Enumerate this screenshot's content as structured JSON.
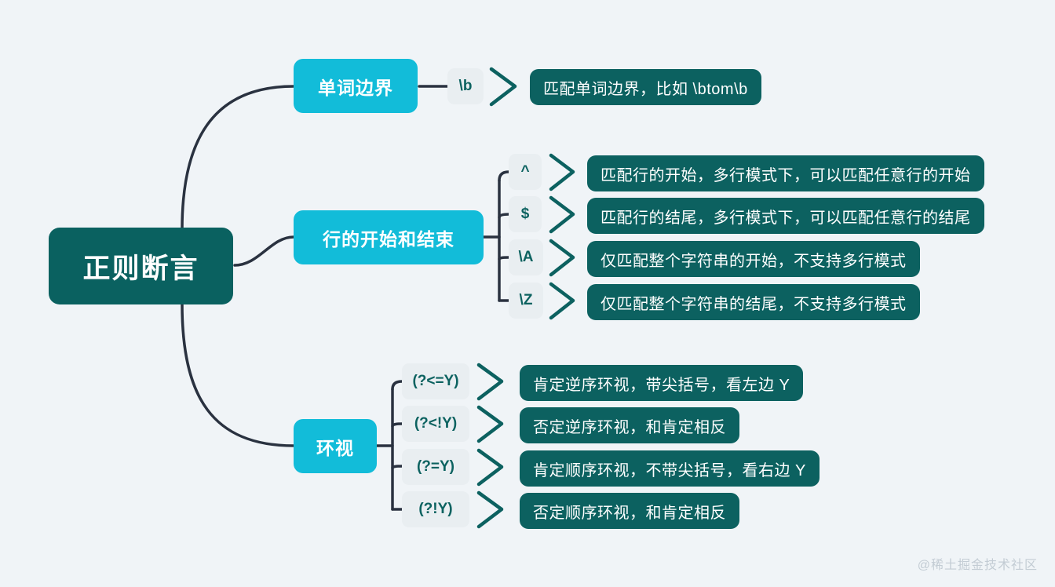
{
  "diagram": {
    "title": "正则断言",
    "watermark": "@稀土掘金技术社区",
    "colors": {
      "background": "#f0f4f7",
      "root": "#0a6160",
      "branch": "#12bcd9",
      "description": "#0c6160",
      "connector": "#2a3240",
      "chevron": "#0c6160",
      "code_pill_bg": "#e9eef1",
      "code_pill_text": "#0c6260",
      "watermark": "#c3ccd4"
    },
    "branches": [
      {
        "label": "单词边界",
        "children": [
          {
            "code": "\\b",
            "description": "匹配单词边界，比如 \\btom\\b"
          }
        ]
      },
      {
        "label": "行的开始和结束",
        "children": [
          {
            "code": "^",
            "description": "匹配行的开始，多行模式下，可以匹配任意行的开始"
          },
          {
            "code": "$",
            "description": "匹配行的结尾，多行模式下，可以匹配任意行的结尾"
          },
          {
            "code": "\\A",
            "description": "仅匹配整个字符串的开始，不支持多行模式"
          },
          {
            "code": "\\Z",
            "description": "仅匹配整个字符串的结尾，不支持多行模式"
          }
        ]
      },
      {
        "label": "环视",
        "children": [
          {
            "code": "(?<=Y)",
            "description": "肯定逆序环视，带尖括号，看左边 Y"
          },
          {
            "code": "(?<!Y)",
            "description": "否定逆序环视，和肯定相反"
          },
          {
            "code": "(?=Y)",
            "description": "肯定顺序环视，不带尖括号，看右边 Y"
          },
          {
            "code": "(?!Y)",
            "description": "否定顺序环视，和肯定相反"
          }
        ]
      }
    ]
  }
}
